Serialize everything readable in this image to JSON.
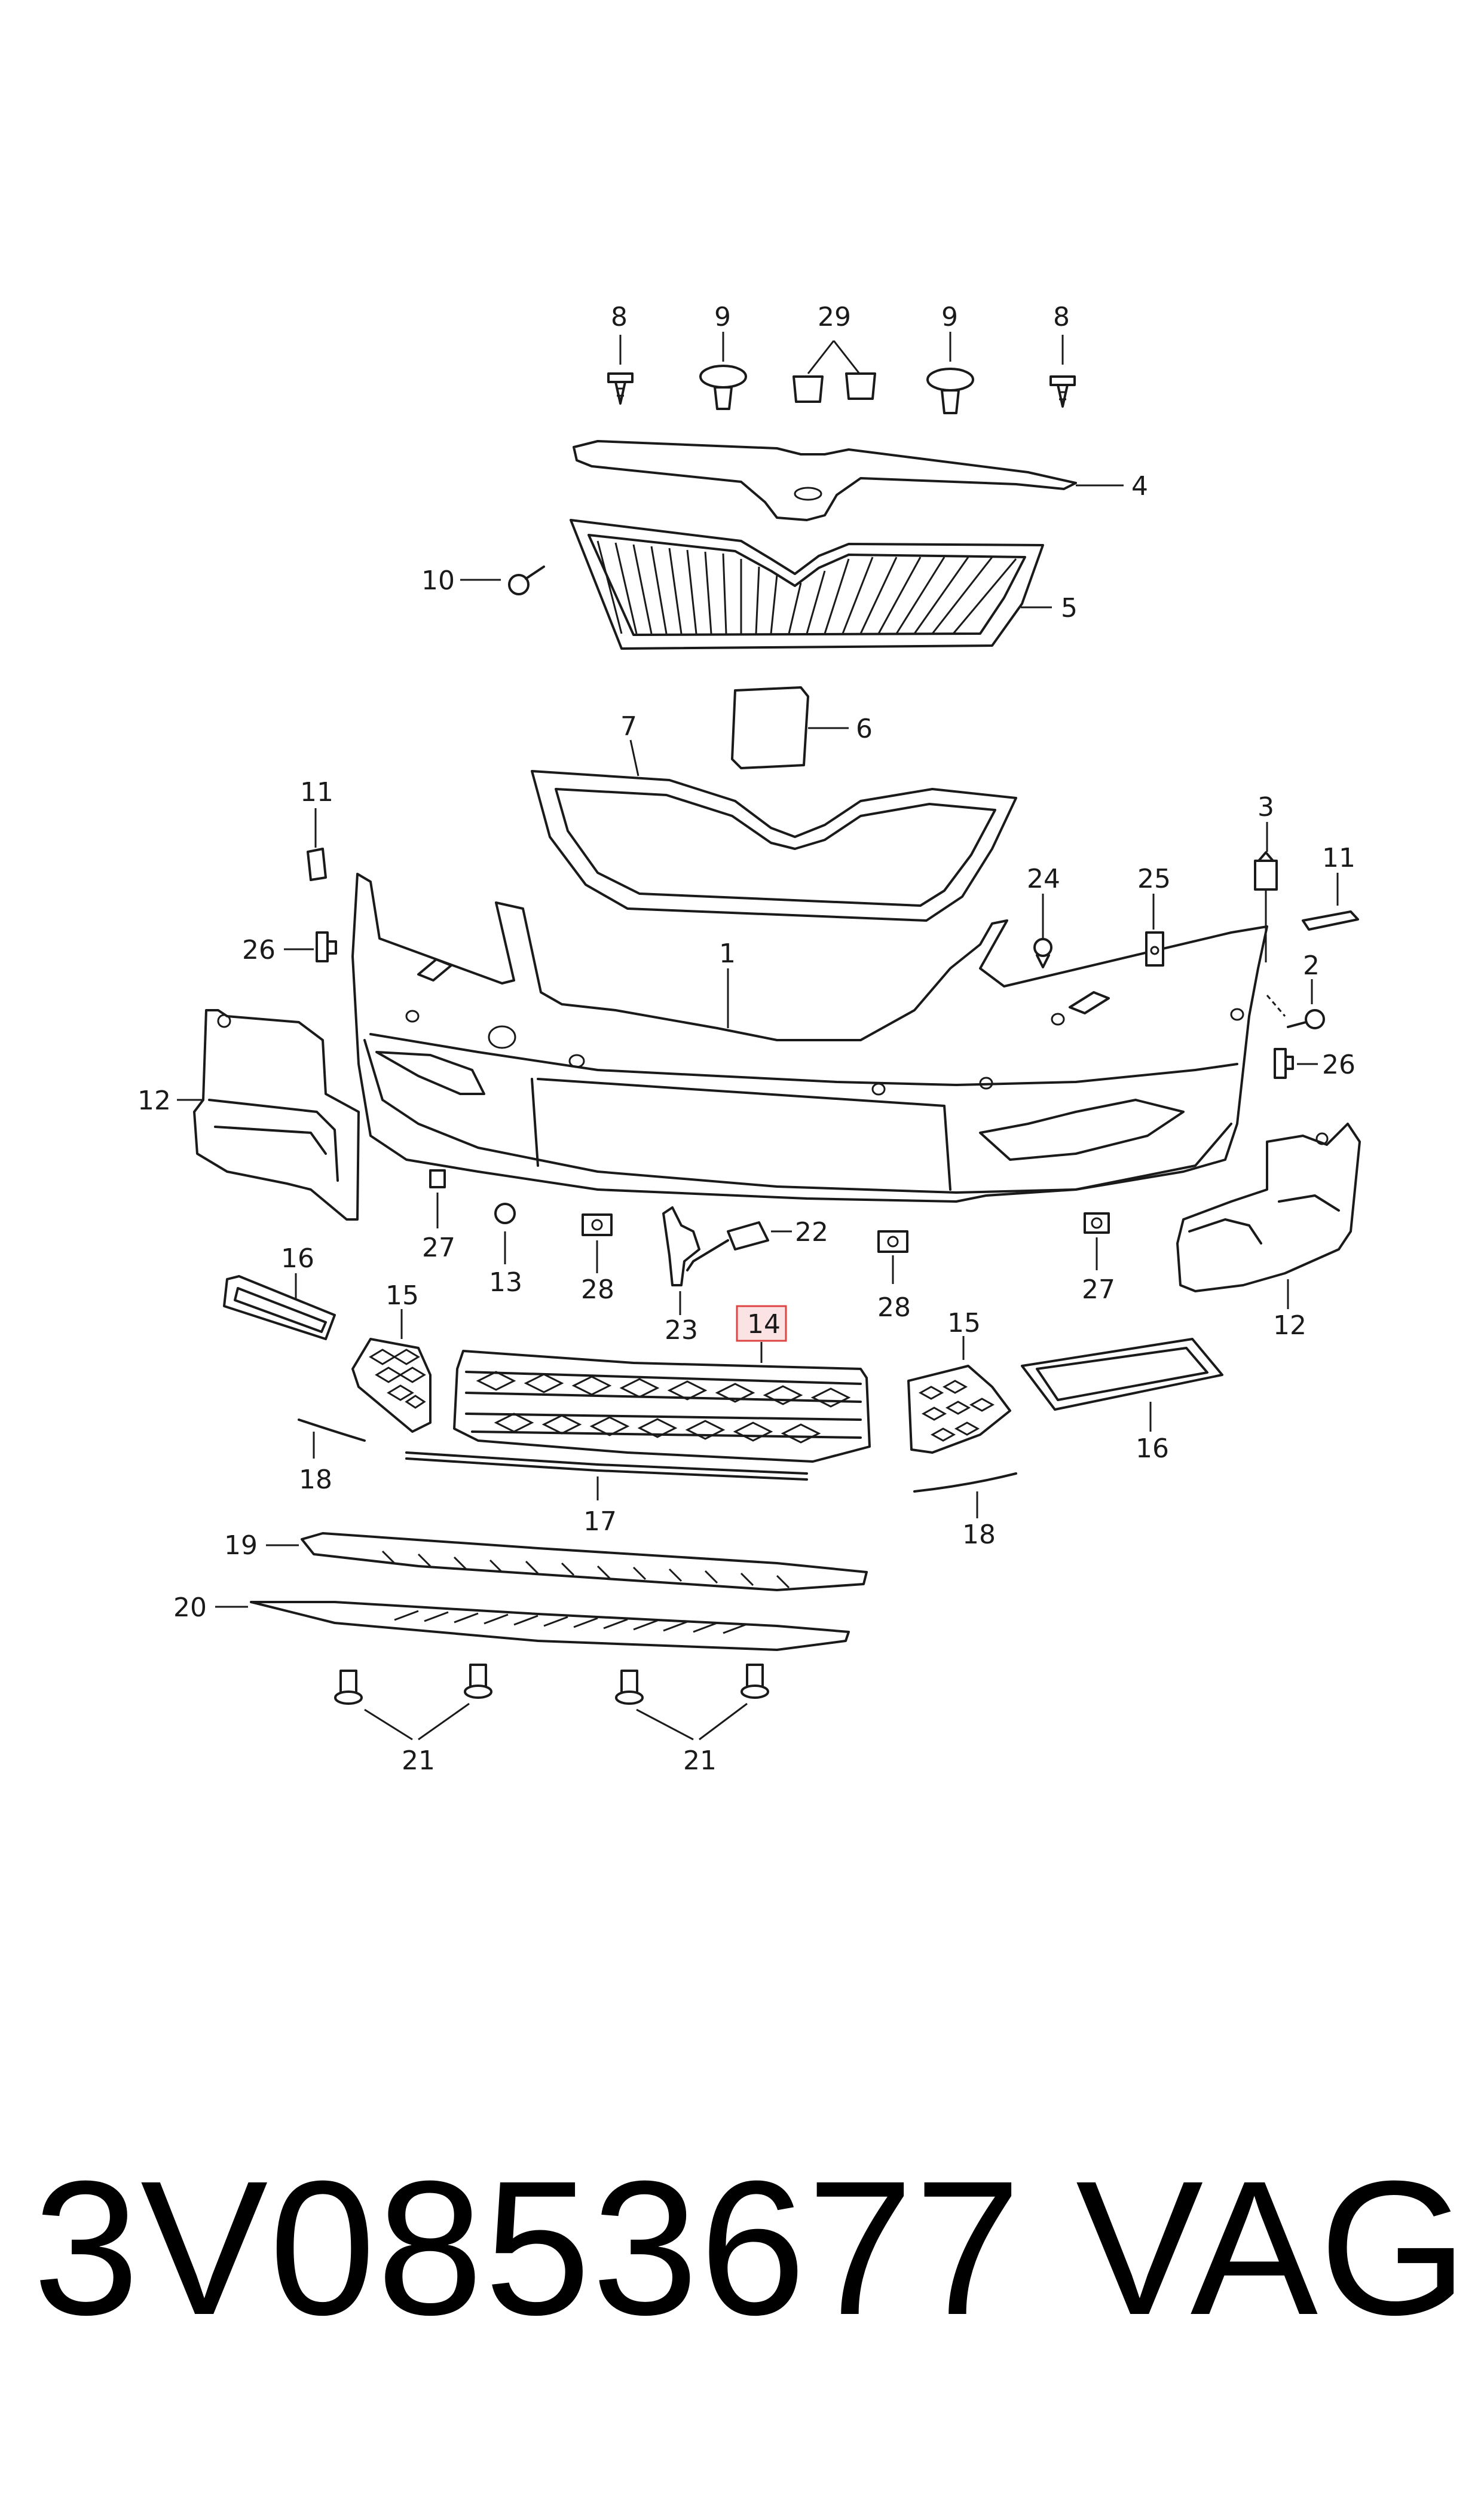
{
  "labels": {
    "l1": "1",
    "l2": "2",
    "l3": "3",
    "l4": "4",
    "l5": "5",
    "l6": "6",
    "l7": "7",
    "l8a": "8",
    "l8b": "8",
    "l9a": "9",
    "l9b": "9",
    "l10": "10",
    "l11a": "11",
    "l11b": "11",
    "l12a": "12",
    "l12b": "12",
    "l13": "13",
    "l14": "14",
    "l15a": "15",
    "l15b": "15",
    "l16a": "16",
    "l16b": "16",
    "l17": "17",
    "l18a": "18",
    "l18b": "18",
    "l19": "19",
    "l20": "20",
    "l21a": "21",
    "l21b": "21",
    "l22": "22",
    "l23": "23",
    "l24": "24",
    "l25": "25",
    "l26a": "26",
    "l26b": "26",
    "l27a": "27",
    "l27b": "27",
    "l28a": "28",
    "l28b": "28",
    "l29": "29"
  },
  "highlighted_part": "14",
  "footer": {
    "part_number": "3V0853677",
    "brand": "VAG"
  }
}
